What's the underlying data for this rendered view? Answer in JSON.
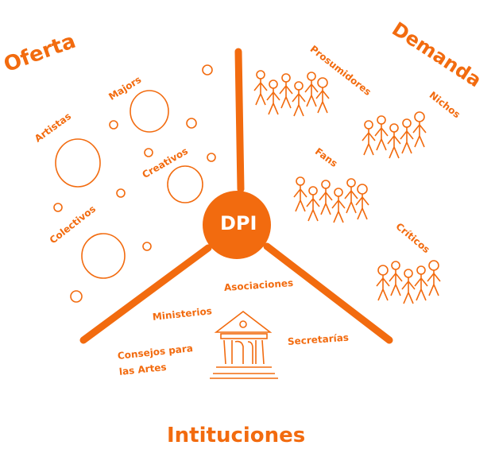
{
  "colors": {
    "accent": "#f26b0f",
    "background": "#ffffff"
  },
  "sections": {
    "oferta": "Oferta",
    "demanda": "Demanda",
    "instituciones": "Intituciones"
  },
  "center": {
    "label": "DPI"
  },
  "oferta_items": {
    "artistas": "Artistas",
    "majors": "Majors",
    "creativos": "Creativos",
    "colectivos": "Colectivos"
  },
  "demanda_items": {
    "prosumidores": "Prosumidores",
    "nichos": "Nichos",
    "fans": "Fans",
    "criticos": "Críticos"
  },
  "instituciones_items": {
    "asociaciones": "Asociaciones",
    "ministerios": "Ministerios",
    "consejos_line1": "Consejos para",
    "consejos_line2": "las Artes",
    "secretarias": "Secretarías"
  }
}
